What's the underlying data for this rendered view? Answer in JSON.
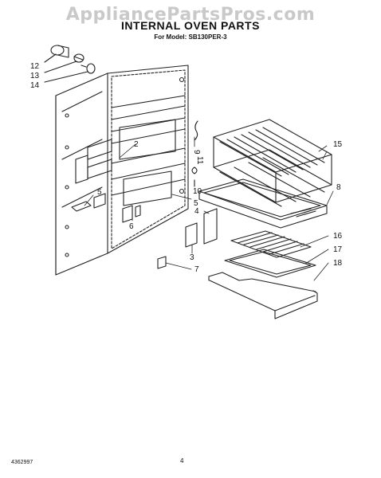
{
  "watermark": "AppliancePartsPros.com",
  "title": "INTERNAL OVEN PARTS",
  "subtitle": "For Model: SB130PER-3",
  "callouts": {
    "c12": "12",
    "c13": "13",
    "c14": "14",
    "c2": "2",
    "c11": "11",
    "c9": "9",
    "c10": "10",
    "c15": "15",
    "c8": "8",
    "c5a": "5",
    "c5b": "5",
    "c4": "4",
    "c6": "6",
    "c3": "3",
    "c7": "7",
    "c16": "16",
    "c17": "17",
    "c18": "18"
  },
  "footer": {
    "doc_number": "4362997",
    "page_number": "4"
  }
}
